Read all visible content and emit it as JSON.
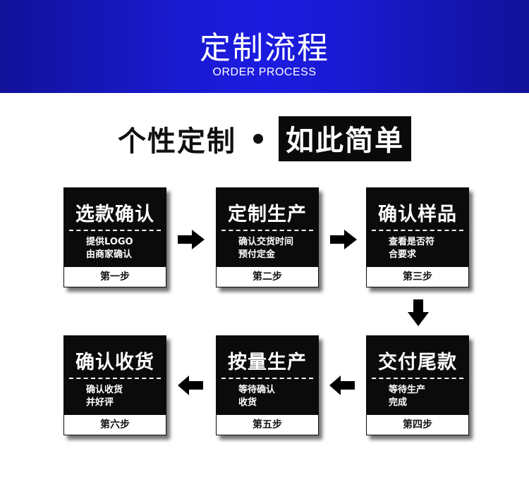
{
  "header": {
    "title": "定制流程",
    "subtitle": "ORDER PROCESS"
  },
  "tagline": {
    "left": "个性定制",
    "right": "如此简单"
  },
  "steps": [
    {
      "title": "选款确认",
      "desc": "提供LOGO\n由商家确认",
      "step": "第一步"
    },
    {
      "title": "定制生产",
      "desc": "确认交货时间\n预付定金",
      "step": "第二步"
    },
    {
      "title": "确认样品",
      "desc": "查看是否符\n合要求",
      "step": "第三步"
    },
    {
      "title": "交付尾款",
      "desc": "等待生产\n完成",
      "step": "第四步"
    },
    {
      "title": "按量生产",
      "desc": "等待确认\n收货",
      "step": "第五步"
    },
    {
      "title": "确认收货",
      "desc": "确认收货\n并好评",
      "step": "第六步"
    }
  ],
  "colors": {
    "header_blue": "#1a1ad2",
    "card_black": "#0b0b0b",
    "text_white": "#ffffff"
  },
  "icons": {
    "flow_arrows": [
      "arrow-right-icon",
      "arrow-right-icon",
      "arrow-down-icon",
      "arrow-left-icon",
      "arrow-left-icon"
    ]
  }
}
